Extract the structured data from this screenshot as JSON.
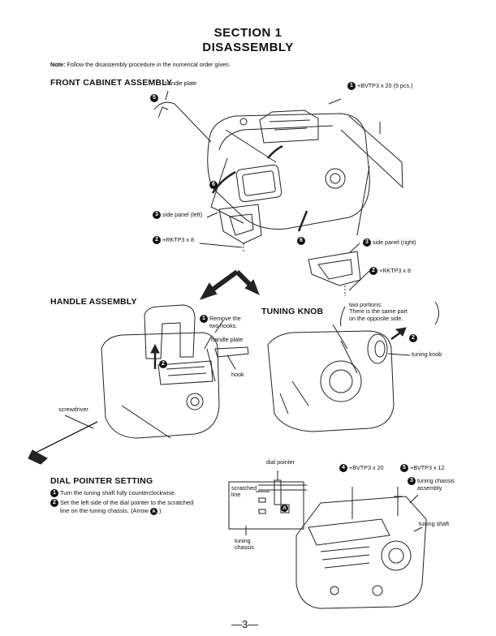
{
  "header": {
    "section": "SECTION 1",
    "title": "DISASSEMBLY"
  },
  "note": {
    "label": "Note:",
    "text": "Follow the disassembly procedure in the numerical order given."
  },
  "front_cabinet": {
    "heading": "FRONT CABINET ASSEMBLY",
    "handle_plate": "handle plate",
    "screw1": "+BVTP3 x 20 (5 pcs.)",
    "side_panel_left": "side panel (left)",
    "screw2_left": "+RKTP3 x 8",
    "side_panel_right": "side panel (right)",
    "screw2_right": "+RKTP3 x 8",
    "step_labels": {
      "s1": "1",
      "s2": "2",
      "s3": "3",
      "s4": "4",
      "s5": "5",
      "s6": "6"
    }
  },
  "handle_assembly": {
    "heading": "HANDLE ASSEMBLY",
    "remove_hooks_line1": "Remove the",
    "remove_hooks_line2": "two hooks.",
    "handle_plate": "handle plate",
    "hook": "hook",
    "screwdriver": "screwdriver"
  },
  "tuning_knob": {
    "heading": "TUNING KNOB",
    "portions_line1": "two portions:",
    "portions_line2": "There is the same part",
    "portions_line3": "on the opposite side.",
    "tuning_knob": "tuning knob"
  },
  "dial_pointer": {
    "heading": "DIAL POINTER SETTING",
    "step1": "Turn the tuning shaft fully counterclockwise.",
    "step2_line1": "Set the left side of the dial pointer to the scratched",
    "step2_line2": "line on the tuning chassis. (Arrow",
    "arrow_letter": "A",
    "dial_pointer": "dial pointer",
    "scratched_line1": "scratched",
    "scratched_line2": "line",
    "tuning_chassis1": "tuning",
    "tuning_chassis2": "chassis",
    "screw4": "+BVTP3 x 20",
    "screw5": "+BVTP3 x 12",
    "tc_assembly1": "tuning chassis",
    "tc_assembly2": "assembly",
    "tuning_shaft": "tuning shaft"
  },
  "footer": {
    "page": "—3—"
  }
}
